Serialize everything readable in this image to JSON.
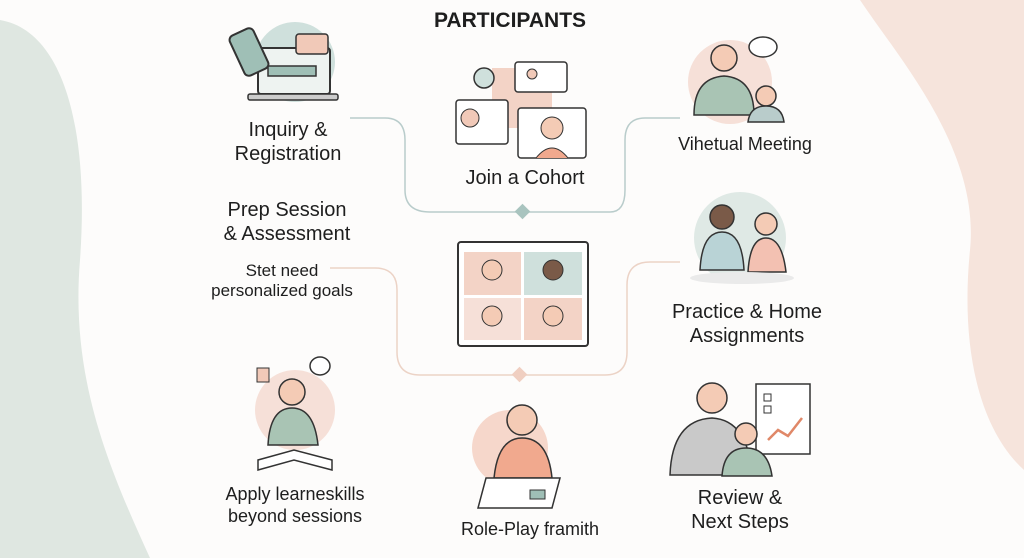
{
  "title": "PARTICIPANTS",
  "steps": {
    "inquiry": {
      "line1": "Inquiry &",
      "line2": "Registration"
    },
    "cohort": {
      "label": "Join a Cohort"
    },
    "meeting": {
      "label": "Vihetual Meeting"
    },
    "prep": {
      "line1": "Prep Session",
      "line2": "& Assessment"
    },
    "goals": {
      "line1": "Stet need",
      "line2": "personalized goals"
    },
    "practice": {
      "line1": "Practice & Home",
      "line2": "Assignments"
    },
    "apply": {
      "line1": "Apply learneskills",
      "line2": "beyond sessions"
    },
    "roleplay": {
      "label": "Role-Play framith"
    },
    "review": {
      "line1": "Review &",
      "line2": "Next Steps"
    }
  },
  "colors": {
    "green_blob": "#dfe7e1",
    "pink_blob": "#f6e4dc",
    "teal_line": "#b9cccb",
    "peach_line": "#ecd3c6",
    "accent_teal": "#9fbfb6",
    "accent_peach": "#f1c9b8"
  }
}
